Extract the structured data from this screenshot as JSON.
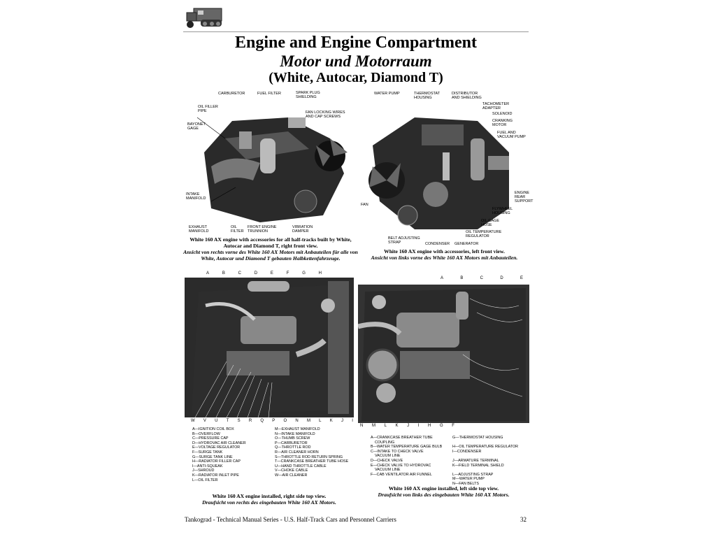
{
  "titles": {
    "main": "Engine and Engine Compartment",
    "german": "Motor und Motorraum",
    "makers": "(White, Autocar, Diamond T)"
  },
  "logo_icon": "half-track-vehicle-icon",
  "photo1": {
    "labels": [
      "CARBURETOR",
      "FUEL FILTER",
      "SPARK PLUG\nSHIELDING",
      "OIL FILLER\nPIPE",
      "FAN LOCKING WIRES\nAND CAP SCREWS",
      "BAYONET\nGAGE",
      "INTAKE\nMANIFOLD",
      "EXHAUST\nMANIFOLD",
      "OIL\nFILTER",
      "FRONT ENGINE\nTRUNNION",
      "VIBRATION\nDAMPER"
    ],
    "caption_en": "White 160 AX engine with accessories for all half-tracks built by White, Autocar and Diamond T, right front view.",
    "caption_de": "Ansicht von rechts vorne des White 160 AX Motors mit Anbauteilen für alle von White, Autocar und Diamond T gebauten Halbkettenfahrzeuge."
  },
  "photo2": {
    "labels": [
      "WATER PUMP",
      "THERMOSTAT\nHOUSING",
      "DISTRIBUTOR\nAND SHIELDING",
      "TACHOMETER\nADAPTER",
      "SOLENOID",
      "CRANKING\nMOTOR",
      "FUEL AND\nVACUUM PUMP",
      "ENGINE\nREAR\nSUPPORT",
      "FLYWHEEL\nHOUSING",
      "OIL GAGE\nHOSE",
      "OIL TEMPERATURE\nREGULATOR",
      "FAN",
      "BELT ADJUSTING\nSTRAP",
      "CONDENSER",
      "GENERATOR"
    ],
    "caption_en": "White 160 AX engine with accessories, left front view.",
    "caption_de": "Ansicht von links vorne des White 160 AX Motors mit Anbauteilen."
  },
  "photo3": {
    "top_letters": [
      "A",
      "B",
      "C",
      "D",
      "E",
      "F",
      "G",
      "H"
    ],
    "bottom_letters": [
      "W",
      "V",
      "U",
      "T",
      "S",
      "R",
      "Q",
      "P",
      "O",
      "N",
      "M",
      "L",
      "K",
      "J",
      "I"
    ],
    "legend": [
      "A—IGNITION COIL BOX",
      "M—EXHAUST MANIFOLD",
      "B—OVERFLOW",
      "N—INTAKE MANIFOLD",
      "C—PRESSURE CAP",
      "O—THUMB SCREW",
      "D—HYDROVAC AIR CLEANER",
      "P—CARBURETOR",
      "E—VOLTAGE REGULATOR",
      "Q—THROTTLE ROD",
      "F—SURGE TANK",
      "R—AIR CLEANER HORN",
      "G—SURGE TANK LINE",
      "S—THROTTLE ROD RETURN SPRING",
      "H—RADIATOR FILLER CAP",
      "T—CRANKCASE BREATHER TUBE HOSE",
      "I—ANTI-SQUEAK",
      "U—HAND THROTTLE CABLE",
      "J—SHROUD",
      "V—CHOKE CABLE",
      "K—RADIATOR INLET PIPE",
      "W—AIR CLEANER",
      "L—OIL FILTER",
      ""
    ],
    "caption_en": "White 160 AX engine installed, right side top view.",
    "caption_de": "Draufsicht von rechts des eingebauten White 160 AX Motors."
  },
  "photo4": {
    "top_letters": [
      "A",
      "B",
      "C",
      "D",
      "E"
    ],
    "bottom_letters": [
      "N",
      "M",
      "L",
      "K",
      "J",
      "I",
      "H",
      "G",
      "F"
    ],
    "legend": [
      "A—CRANKCASE BREATHER TUBE\n    COUPLING",
      "G—THERMOSTAT HOUSING",
      "B—WATER TEMPERATURE GAGE BULB",
      "H—OIL TEMPERATURE REGULATOR",
      "C—INTAKE TO CHECK VALVE\n    VACUUM LINE",
      "I—CONDENSER",
      "D—CHECK VALVE",
      "J—ARMATURE TERMINAL",
      "E—CHECK VALVE TO HYDROVAC\n    VACUUM LINE",
      "K—FIELD TERMINAL SHIELD",
      "F—CAB VENTILATOR AIR FUNNEL",
      "L—ADJUSTING STRAP",
      "",
      "M—WATER PUMP",
      "",
      "N—FAN BELTS"
    ],
    "caption_en": "White 160 AX engine installed, left side top view.",
    "caption_de": "Draufsicht von links des eingebauten White 160 AX Motors."
  },
  "footer": {
    "series": "Tankograd - Technical Manual Series - U.S. Half-Track Cars and Personnel Carriers",
    "page": "32"
  }
}
